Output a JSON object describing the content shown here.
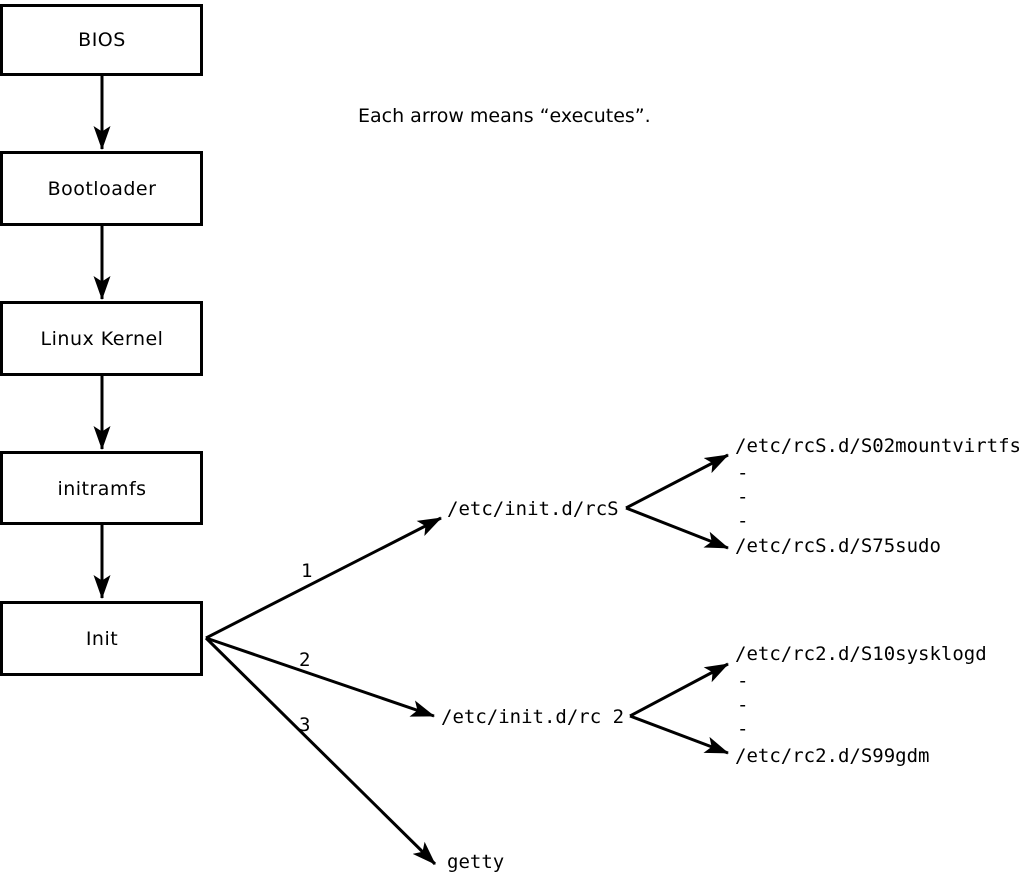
{
  "note": "Each arrow means “executes”.",
  "chain": [
    {
      "label": "BIOS"
    },
    {
      "label": "Bootloader"
    },
    {
      "label": "Linux Kernel"
    },
    {
      "label": "initramfs"
    },
    {
      "label": "Init"
    }
  ],
  "branches": [
    {
      "number": "1",
      "target": "/etc/init.d/rcS"
    },
    {
      "number": "2",
      "target": "/etc/init.d/rc 2"
    },
    {
      "number": "3",
      "target": "getty"
    }
  ],
  "rcs_scripts": {
    "first": "/etc/rcS.d/S02mountvirtfs",
    "ellipsis": [
      "-",
      "-",
      "-"
    ],
    "last": "/etc/rcS.d/S75sudo"
  },
  "rc2_scripts": {
    "first": "/etc/rc2.d/S10sysklogd",
    "ellipsis": [
      "-",
      "-",
      "-"
    ],
    "last": "/etc/rc2.d/S99gdm"
  },
  "colors": {
    "line": "#000000",
    "background": "#ffffff"
  }
}
